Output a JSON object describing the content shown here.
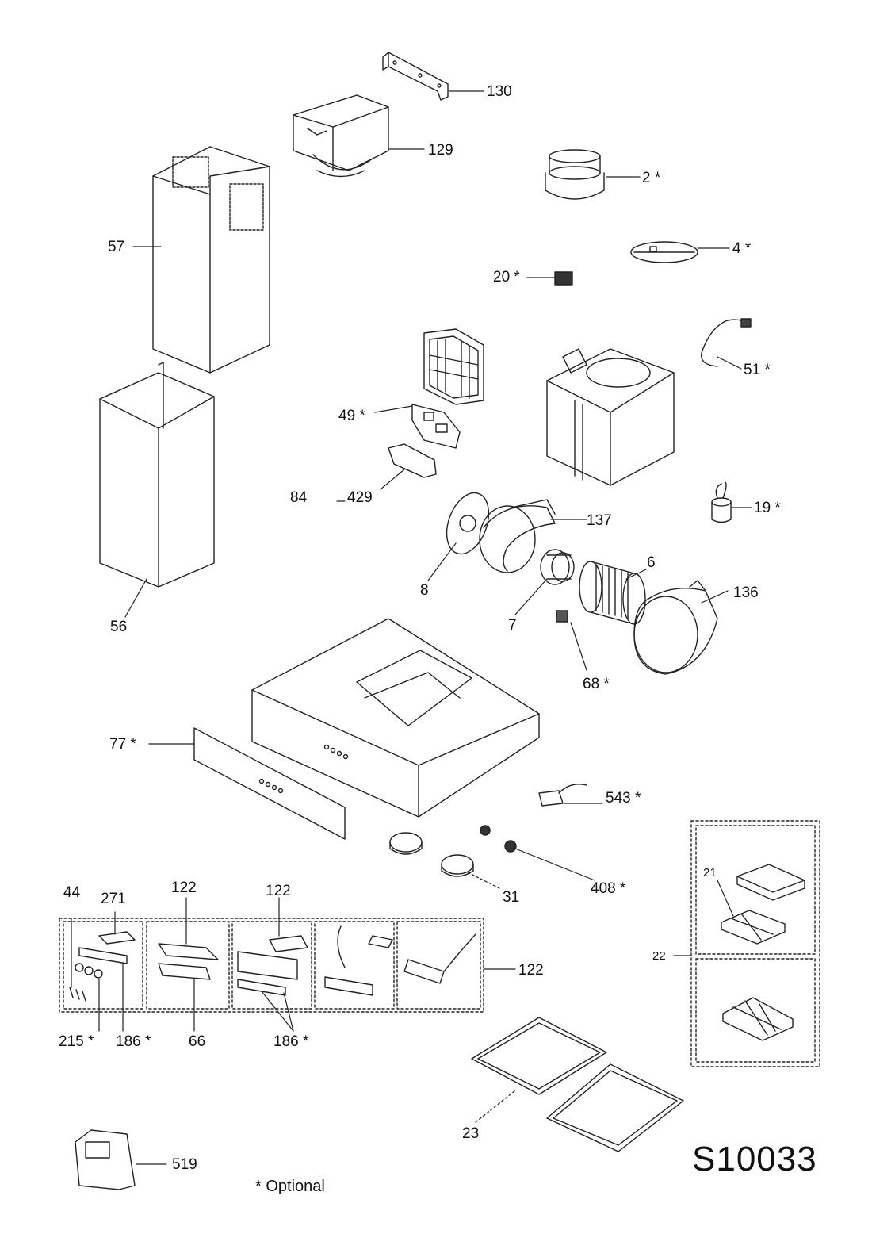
{
  "labels": {
    "p130": "130",
    "p129": "129",
    "p2": "2 *",
    "p57": "57",
    "p4": "4 *",
    "p20": "20 *",
    "p51": "51 *",
    "p49": "49 *",
    "p84": "84",
    "p429": "429",
    "p19": "19 *",
    "p137": "137",
    "p8": "8",
    "p6": "6",
    "p136": "136",
    "p56": "56",
    "p7": "7",
    "p68": "68 *",
    "p77": "77 *",
    "p543": "543 *",
    "p21": "21",
    "p31": "31",
    "p408": "408 *",
    "p44": "44",
    "p271": "271",
    "p122a": "122",
    "p122b": "122",
    "p122c": "122",
    "p22": "22",
    "p215": "215 *",
    "p186a": "186 *",
    "p66": "66",
    "p186b": "186 *",
    "p23": "23",
    "p519": "519"
  },
  "doc_code": "S10033",
  "optional_note": "* Optional"
}
